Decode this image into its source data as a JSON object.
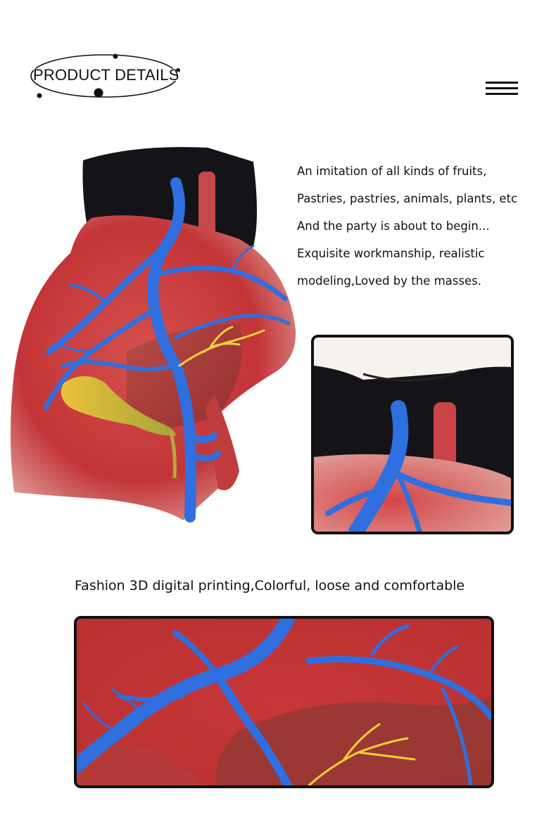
{
  "header": {
    "title": "PRODUCT DETAILS",
    "menu_icon": "hamburger-menu-icon"
  },
  "description": {
    "lines": [
      "An imitation of all kinds of fruits,",
      "Pastries, pastries, animals, plants, etc",
      "And the party is about to begin...",
      "Exquisite workmanship, realistic",
      "modeling,Loved by the masses."
    ]
  },
  "tagline": "Fashion 3D digital printing,Colorful, loose and comfortable",
  "colors": {
    "vest_black": "#141418",
    "liver_red": "#c83a3c",
    "vein_blue": "#2f6fe0",
    "bile_yellow": "#e0c020",
    "frame_border": "#111111"
  }
}
